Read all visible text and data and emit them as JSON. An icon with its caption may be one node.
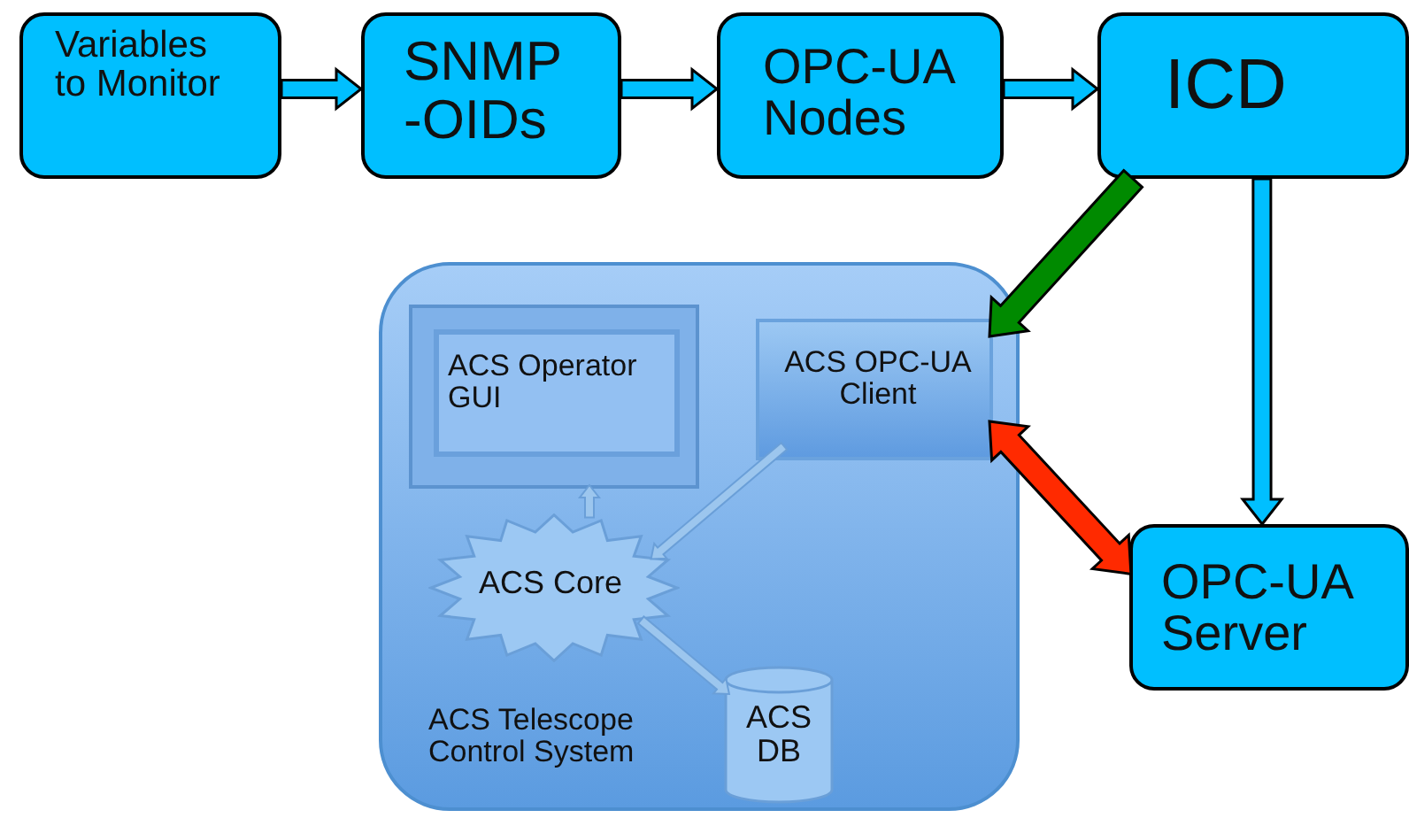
{
  "diagram": {
    "nodes": [
      {
        "text": [
          "Variables to Monitor"
        ]
      },
      {
        "text": [
          "SNMP -OIDs"
        ]
      },
      {
        "text": [
          "OPC-UA Nodes"
        ]
      },
      {
        "text": [
          "ICD"
        ]
      },
      {
        "text": [
          "ACS Telescope Control System"
        ]
      },
      {
        "text": [
          "ACS Operator GUI"
        ],
        "in": 4
      },
      {
        "text": [
          "ACS OPC-UA Client"
        ],
        "in": 4
      },
      {
        "text": [
          "ACS Core"
        ],
        "in": 4
      },
      {
        "text": [
          "ACS DB"
        ],
        "in": 4
      },
      {
        "text": [
          "OPC-UA Server"
        ]
      }
    ],
    "edges": [
      {
        "from": 0,
        "to": 1,
        "arrow": "to"
      },
      {
        "from": 1,
        "to": 2,
        "arrow": "to"
      },
      {
        "from": 2,
        "to": 3,
        "arrow": "to"
      },
      {
        "from": 3,
        "to": 6,
        "arrow": "to",
        "color": "#008a00"
      },
      {
        "from": 3,
        "to": 9,
        "arrow": "to"
      },
      {
        "from": 6,
        "to": 9,
        "arrow": "both",
        "color": "#ff2a00"
      },
      {
        "from": 7,
        "to": 5,
        "arrow": "to",
        "color": "#9cc6ee"
      },
      {
        "from": 6,
        "to": 7,
        "arrow": "to",
        "color": "#9cc6ee"
      },
      {
        "from": 7,
        "to": 8,
        "arrow": "to",
        "color": "#9cc6ee"
      }
    ]
  }
}
